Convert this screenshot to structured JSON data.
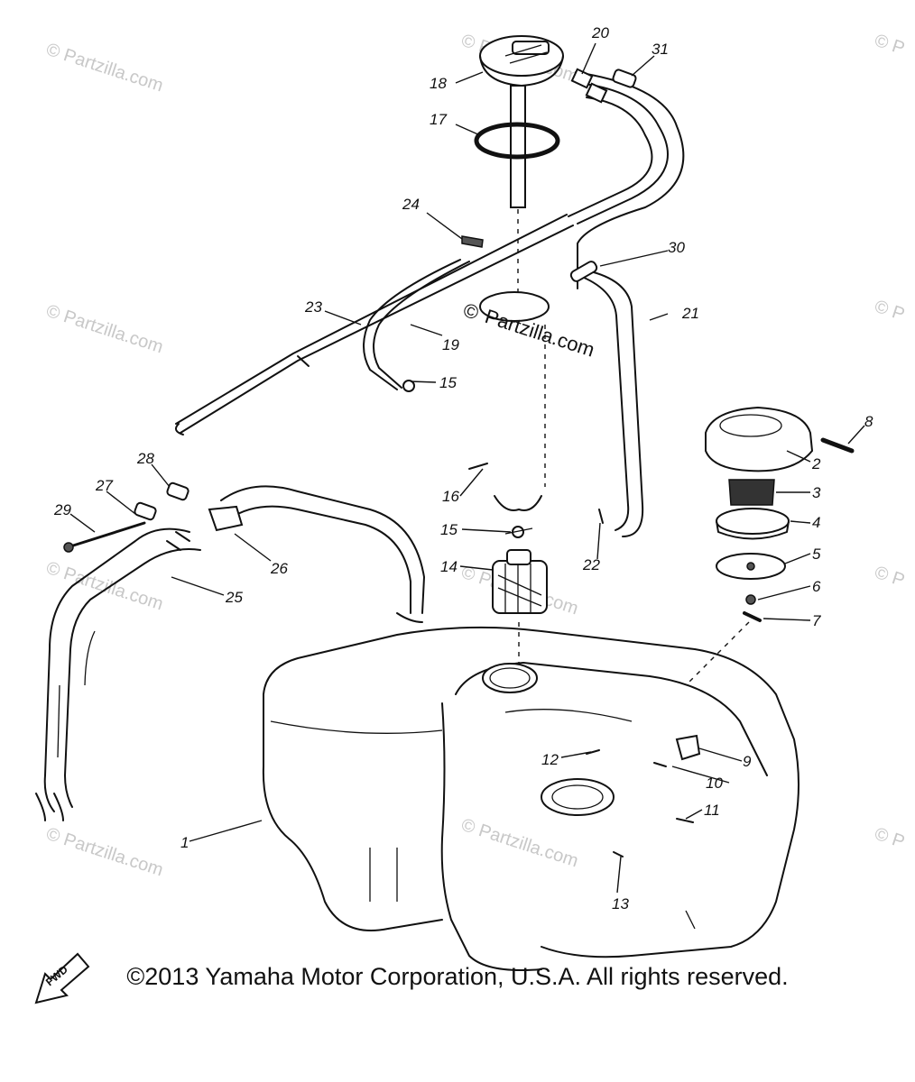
{
  "watermark": {
    "text": "© Partzilla.com",
    "edge_text": "© P",
    "center_prefix": "©",
    "center_text": "Partzilla.com"
  },
  "callouts": {
    "c1": "1",
    "c2": "2",
    "c3": "3",
    "c4": "4",
    "c5": "5",
    "c6": "6",
    "c7": "7",
    "c8": "8",
    "c9": "9",
    "c10": "10",
    "c11": "11",
    "c12": "12",
    "c13": "13",
    "c14": "14",
    "c15a": "15",
    "c15b": "15",
    "c16": "16",
    "c17": "17",
    "c18": "18",
    "c19": "19",
    "c20": "20",
    "c21": "21",
    "c22": "22",
    "c23": "23",
    "c24": "24",
    "c25": "25",
    "c26": "26",
    "c27": "27",
    "c28": "28",
    "c29": "29",
    "c30": "30",
    "c31": "31"
  },
  "fwd_label": "FWD",
  "copyright": "©2013 Yamaha Motor Corporation, U.S.A. All rights reserved."
}
